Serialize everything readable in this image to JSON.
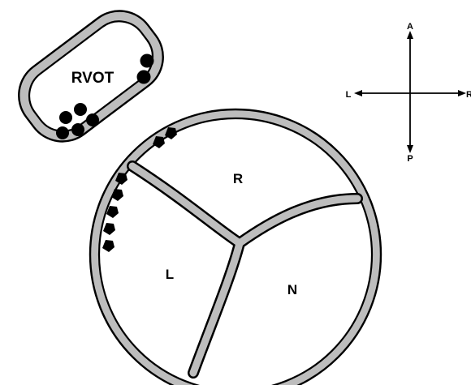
{
  "labels": {
    "rvot": "RVOT",
    "cusp_right": "R",
    "cusp_left": "L",
    "cusp_noncoronary": "N"
  },
  "orientation": {
    "anterior": "A",
    "posterior": "P",
    "left": "L",
    "right": "R"
  },
  "colors": {
    "wall": "#bdbdbd",
    "stroke": "#000000",
    "background": "#ffffff",
    "marker": "#000000"
  },
  "markers": {
    "rvot_circles": 7,
    "cusp_pentagons": 7
  }
}
